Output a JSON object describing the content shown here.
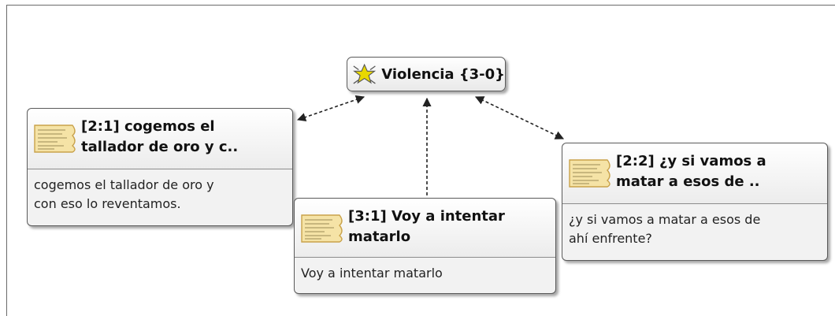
{
  "code": {
    "label": "Violencia {3-0}",
    "icon": "code-star-icon"
  },
  "quotations": [
    {
      "title_line1": "[2:1] cogemos el",
      "title_line2": "tallador de oro y c..",
      "text_line1": "cogemos el tallador de oro y",
      "text_line2": "con eso lo reventamos.",
      "icon": "document-icon"
    },
    {
      "title_line1": "[3:1] Voy a intentar",
      "title_line2": "matarlo",
      "text_line1": "Voy a intentar matarlo",
      "text_line2": "",
      "icon": "document-icon"
    },
    {
      "title_line1": "[2:2] ¿y si vamos a",
      "title_line2": "matar a esos de ..",
      "text_line1": "¿y si vamos a matar a esos de",
      "text_line2": "ahí enfrente?",
      "icon": "document-icon"
    }
  ],
  "colors": {
    "doc_fill": "#f5e3a6",
    "doc_stroke": "#c9a24a",
    "star": "#e8d800",
    "link": "#222222"
  }
}
